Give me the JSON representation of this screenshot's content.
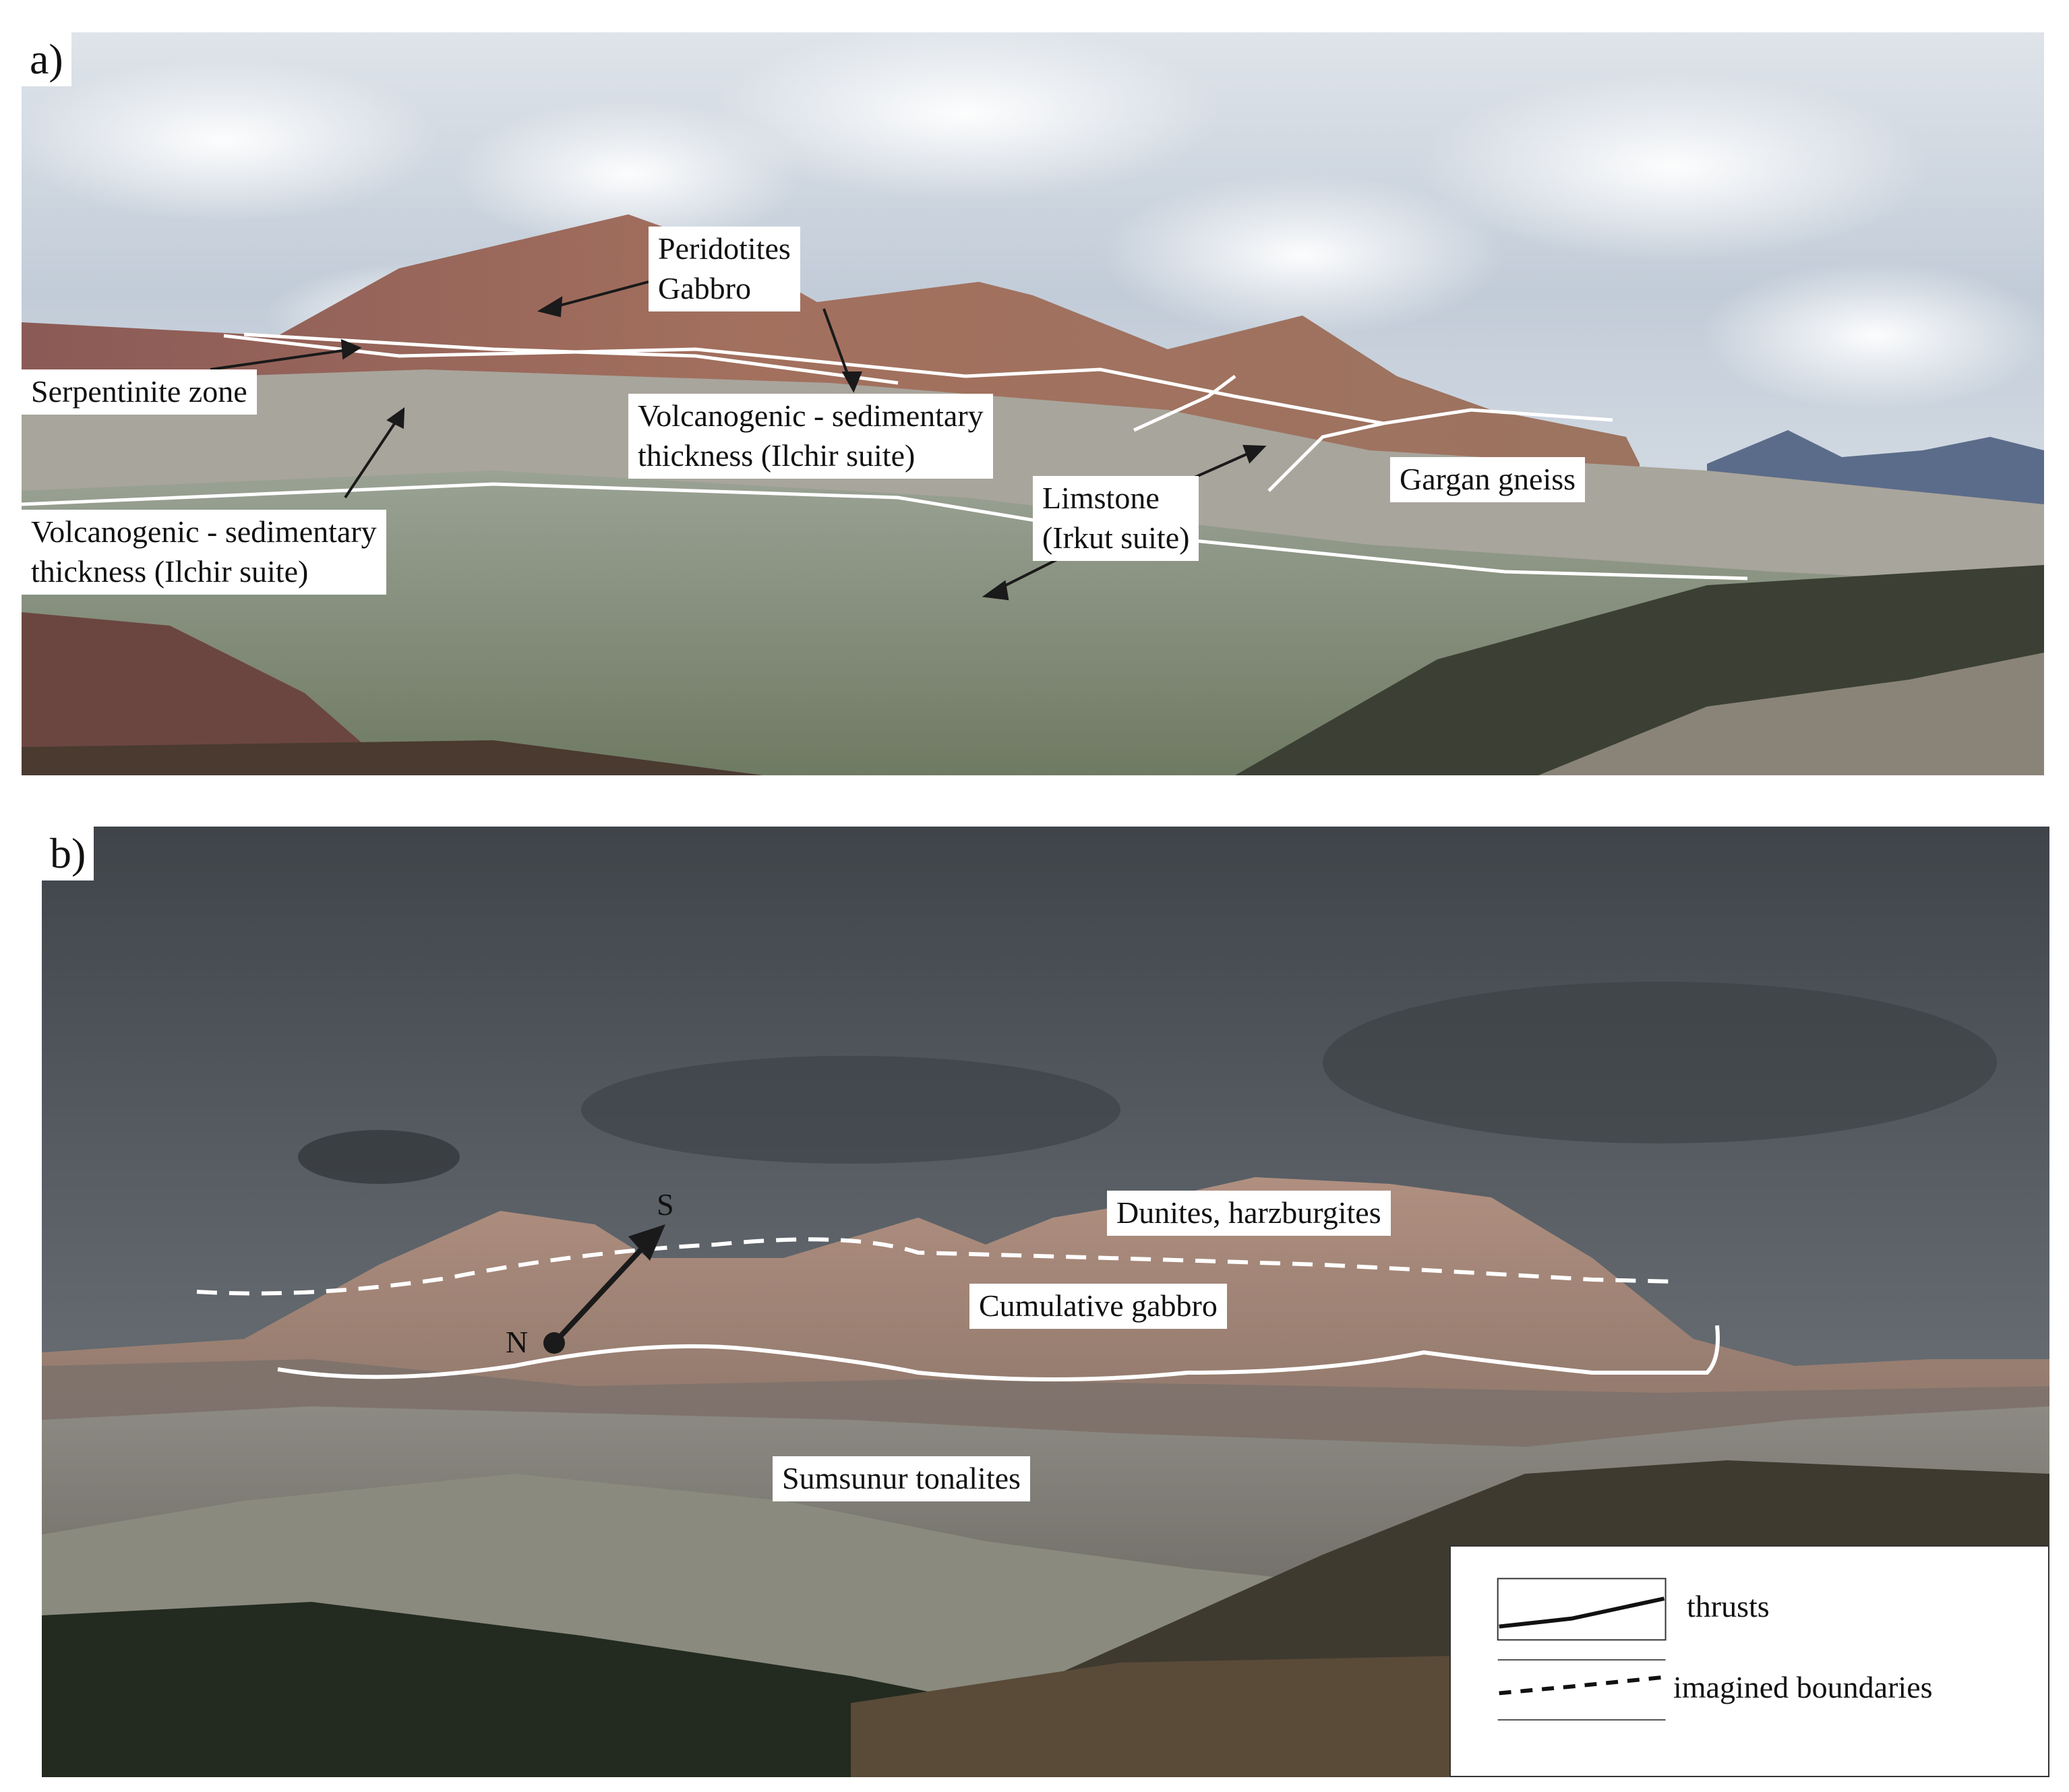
{
  "panel_a": {
    "panel_label": "a)",
    "labels": {
      "peridotites": [
        "Peridotites",
        "Gabbro"
      ],
      "serpentinite": "Serpentinite zone",
      "volc_upper": [
        "Volcanogenic - sedimentary",
        "thickness (Ilchir suite)"
      ],
      "volc_lower": [
        "Volcanogenic - sedimentary",
        "thickness (Ilchir suite)"
      ],
      "limestone": [
        "Limstone",
        "(Irkut suite)"
      ],
      "gargan": "Gargan gneiss"
    }
  },
  "panel_b": {
    "panel_label": "b)",
    "labels": {
      "dunites": "Dunites, harzburgites",
      "cumulative": "Cumulative gabbro",
      "sumsunur": "Sumsunur tonalites"
    },
    "compass": {
      "north": "N",
      "south": "S"
    },
    "legend": {
      "thrusts": "thrusts",
      "imagined": "imagined boundaries"
    }
  },
  "colors": {
    "sky_a": "#b9c8d8",
    "mountain_a": "#9a6a5e",
    "sky_b": "#4f545a",
    "mountain_b": "#a3877a",
    "line": "#ffffff",
    "arrow": "#1a1a1a"
  }
}
